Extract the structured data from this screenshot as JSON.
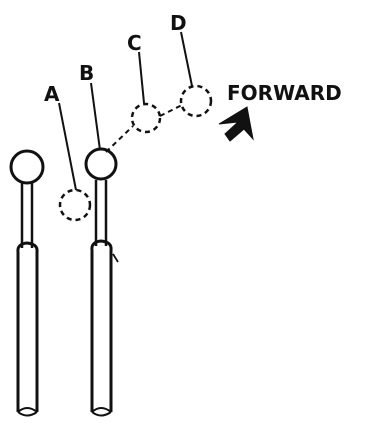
{
  "labels": {
    "a": "A",
    "b": "B",
    "c": "C",
    "d": "D",
    "forward": "FORWARD"
  },
  "colors": {
    "ink": "#111111",
    "paper": "#ffffff"
  },
  "icons": {
    "direction": "arrow-icon"
  }
}
